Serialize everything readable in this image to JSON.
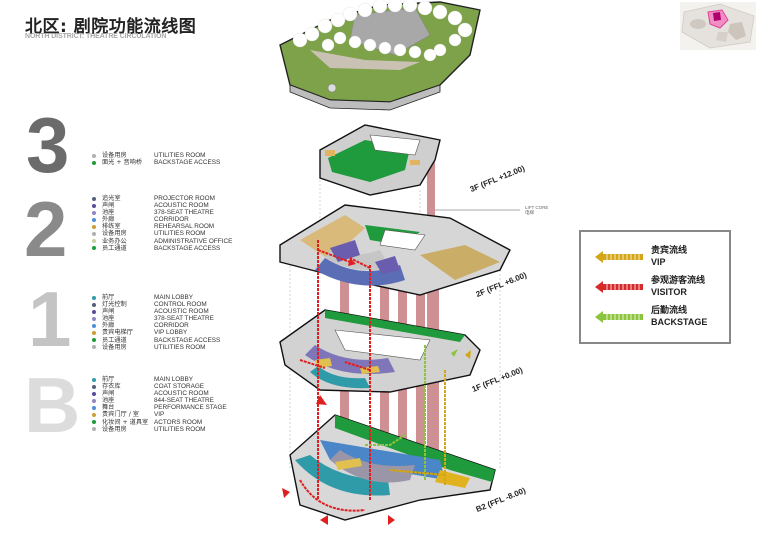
{
  "header": {
    "title": "北区: 剧院功能流线图",
    "subtitle": "NORTH DISTRICT: THEATRE CIRCULATION"
  },
  "floors": [
    {
      "number": "3",
      "color": "#6b6b6b",
      "items": [
        {
          "cn": "设备用房",
          "en": "UTILITIES ROOM",
          "color": "#b0b0b0"
        },
        {
          "cn": "面光 + 音响桥",
          "en": "BACKSTAGE ACCESS",
          "color": "#1f9a3c"
        }
      ]
    },
    {
      "number": "2",
      "color": "#8a8a8a",
      "items": [
        {
          "cn": "追光室",
          "en": "PROJECTOR ROOM",
          "color": "#55607a"
        },
        {
          "cn": "声闸",
          "en": "ACOUSTIC ROOM",
          "color": "#5c4c9a"
        },
        {
          "cn": "池座",
          "en": "378-SEAT THEATRE",
          "color": "#9186bf"
        },
        {
          "cn": "外廊",
          "en": "CORRIDOR",
          "color": "#4f8ed8"
        },
        {
          "cn": "排练室",
          "en": "REHEARSAL ROOM",
          "color": "#c9a032"
        },
        {
          "cn": "设备用房",
          "en": "UTILITIES ROOM",
          "color": "#b0b0b0"
        },
        {
          "cn": "业务办公",
          "en": "ADMINISTRATIVE OFFICE",
          "color": "#c8cfa0"
        },
        {
          "cn": "员工通道",
          "en": "BACKSTAGE ACCESS",
          "color": "#1f9a3c"
        }
      ]
    },
    {
      "number": "1",
      "color": "#c4c4c4",
      "items": [
        {
          "cn": "前厅",
          "en": "MAIN LOBBY",
          "color": "#2f9aa8"
        },
        {
          "cn": "灯光控制",
          "en": "CONTROL ROOM",
          "color": "#55607a"
        },
        {
          "cn": "声闸",
          "en": "ACOUSTIC ROOM",
          "color": "#5c4c9a"
        },
        {
          "cn": "池座",
          "en": "378-SEAT THEATRE",
          "color": "#9186bf"
        },
        {
          "cn": "外廊",
          "en": "CORRIDOR",
          "color": "#4f8ed8"
        },
        {
          "cn": "贵宾电梯厅",
          "en": "VIP LOBBY",
          "color": "#c9a032"
        },
        {
          "cn": "员工通道",
          "en": "BACKSTAGE ACCESS",
          "color": "#1f9a3c"
        },
        {
          "cn": "设备用房",
          "en": "UTILITIES ROOM",
          "color": "#b0b0b0"
        }
      ]
    },
    {
      "number": "B",
      "color": "#dcdcdc",
      "items": [
        {
          "cn": "前厅",
          "en": "MAIN LOBBY",
          "color": "#2f9aa8"
        },
        {
          "cn": "存衣库",
          "en": "COAT STORAGE",
          "color": "#55607a"
        },
        {
          "cn": "声闸",
          "en": "ACOUSTIC ROOM",
          "color": "#5c4c9a"
        },
        {
          "cn": "池座",
          "en": "844-SEAT THEATRE",
          "color": "#9186bf"
        },
        {
          "cn": "舞台",
          "en": "PERFORMANCE STAGE",
          "color": "#4f8ed8"
        },
        {
          "cn": "贵宾门厅 / 室",
          "en": "VIP",
          "color": "#c9a032"
        },
        {
          "cn": "化妆间 + 道具室",
          "en": "ACTORS ROOM",
          "color": "#1f9a3c"
        },
        {
          "cn": "设备用房",
          "en": "UTILITIES ROOM",
          "color": "#b0b0b0"
        }
      ]
    }
  ],
  "levels": [
    {
      "label": "3F (FFL +12.00)"
    },
    {
      "label": "2F (FFL +6.00)"
    },
    {
      "label": "1F (FFL +0.00)"
    },
    {
      "label": "B2 (FFL -8.00)"
    }
  ],
  "lift_core": {
    "en": "LIFT CORE",
    "cn": "电梯"
  },
  "flow_legend": [
    {
      "cn": "贵宾流线",
      "en": "VIP",
      "color": "#d4a514"
    },
    {
      "cn": "参观游客流线",
      "en": "VISITOR",
      "color": "#d62a2a"
    },
    {
      "cn": "后勤流线",
      "en": "BACKSTAGE",
      "color": "#8cc43c"
    }
  ],
  "colors": {
    "lift": "#c67d80",
    "visitor_arrow": "#e02020",
    "green_roof": "#7ea24a",
    "stage_green": "#1e9a3c"
  }
}
